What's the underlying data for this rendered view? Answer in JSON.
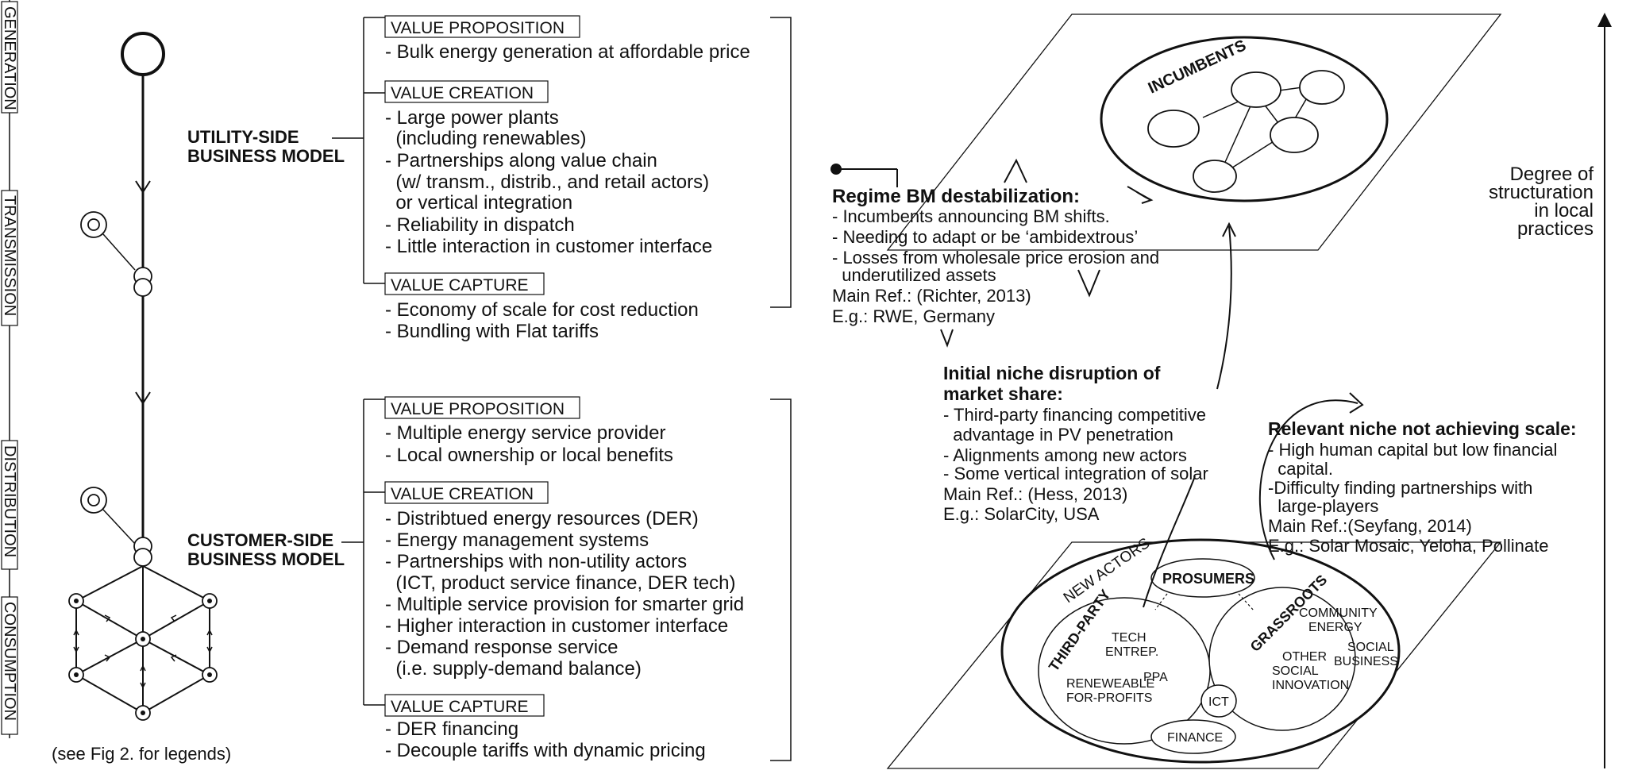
{
  "stages": [
    "GENERATION",
    "TRANSMISSION",
    "DISTRIBUTION",
    "CONSUMPTION"
  ],
  "legend_note": "(see Fig 2. for legends)",
  "utility": {
    "title_line1": "UTILITY-SIDE",
    "title_line2": "BUSINESS MODEL",
    "vp_header": "VALUE PROPOSITION",
    "vp_items": [
      "- Bulk energy generation at affordable price"
    ],
    "vc_header": "VALUE CREATION",
    "vc_items": [
      "- Large power plants",
      "  (including renewables)",
      "- Partnerships along value chain",
      "  (w/ transm., distrib., and retail actors)",
      "  or vertical integration",
      "- Reliability in dispatch",
      "- Little interaction in customer interface"
    ],
    "vcap_header": "VALUE CAPTURE",
    "vcap_items": [
      "- Economy of scale for cost reduction",
      "- Bundling with Flat tariffs"
    ]
  },
  "customer": {
    "title_line1": "CUSTOMER-SIDE",
    "title_line2": "BUSINESS MODEL",
    "vp_header": "VALUE PROPOSITION",
    "vp_items": [
      "- Multiple energy service provider",
      "- Local ownership or local benefits"
    ],
    "vc_header": "VALUE CREATION",
    "vc_items": [
      "- Distribtued energy resources (DER)",
      "- Energy management systems",
      "- Partnerships with non-utility actors",
      "  (ICT, product service finance, DER tech)",
      "- Multiple service provision for smarter grid",
      "- Higher interaction in customer interface",
      "- Demand response service",
      "  (i.e. supply-demand balance)"
    ],
    "vcap_header": "VALUE CAPTURE",
    "vcap_items": [
      "- DER financing",
      "- Decouple tariffs with dynamic pricing"
    ]
  },
  "regime": {
    "title": "Regime BM destabilization:",
    "items": [
      "- Incumbents announcing BM shifts.",
      "- Needing to adapt or be ‘ambidextrous’",
      "- Losses from wholesale price erosion and",
      "  underutilized assets"
    ],
    "ref_label": "Main Ref.:",
    "ref_value": " (Richter, 2013)",
    "eg_label": "E.g.:",
    "eg_value": " RWE, Germany"
  },
  "initial_niche": {
    "title_line1": "Initial niche disruption of",
    "title_line2": "market share:",
    "items": [
      "- Third-party financing competitive",
      "  advantage in PV penetration",
      "- Alignments among new actors",
      "- Some vertical integration of solar"
    ],
    "ref_label": "Main Ref.:",
    "ref_value": " (Hess, 2013)",
    "eg_label": "E.g.:",
    "eg_value": " SolarCity, USA"
  },
  "relevant_niche": {
    "title": "Relevant niche not achieving scale:",
    "items": [
      "- High human capital but low financial",
      "  capital.",
      "-Difficulty finding partnerships with",
      "  large-players"
    ],
    "ref_label": "Main Ref.:",
    "ref_value": "(Seyfang, 2014)",
    "eg_label": "E.g.:",
    "eg_value": " Solar Mosaic, Yeloha, Pollinate"
  },
  "incumbents_label": "INCUMBENTS",
  "degree_label": [
    "Degree of",
    "structuration",
    "in local",
    "practices"
  ],
  "niche": {
    "new_actors": "NEW ACTORS",
    "prosumers": "PROSUMERS",
    "third_party": "THIRD-PARTY",
    "grassroots": "GRASSROOTS",
    "tech_entrep": [
      "TECH",
      "ENTREP."
    ],
    "ppa": "PPA",
    "renewable": [
      "RENEWEABLE",
      "FOR-PROFITS"
    ],
    "ict": "ICT",
    "finance": "FINANCE",
    "community_energy": [
      "COMMUNITY",
      "ENERGY"
    ],
    "social_business": [
      "SOCIAL",
      "BUSINESS"
    ],
    "other_social": [
      "OTHER",
      "SOCIAL",
      "INNOVATION"
    ]
  }
}
